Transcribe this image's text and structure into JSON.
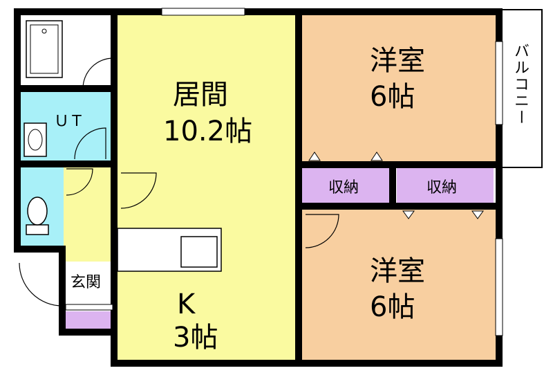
{
  "rooms": {
    "living": {
      "name": "居間",
      "size": "10.2帖"
    },
    "kitchen": {
      "name": "K",
      "size": "3帖"
    },
    "western_top": {
      "name": "洋室",
      "size": "6帖"
    },
    "western_bottom": {
      "name": "洋室",
      "size": "6帖"
    },
    "utility": {
      "name": "ＵＴ"
    },
    "entrance": {
      "name": "玄関"
    },
    "storage_left": {
      "name": "収納"
    },
    "storage_right": {
      "name": "収納"
    },
    "balcony": {
      "name": "バルコニー"
    }
  },
  "colors": {
    "living": "#fafaa0",
    "western": "#f8cfa0",
    "utility": "#a8f0f8",
    "storage": "#dcb4f0",
    "wall": "#000000",
    "background": "#ffffff"
  }
}
